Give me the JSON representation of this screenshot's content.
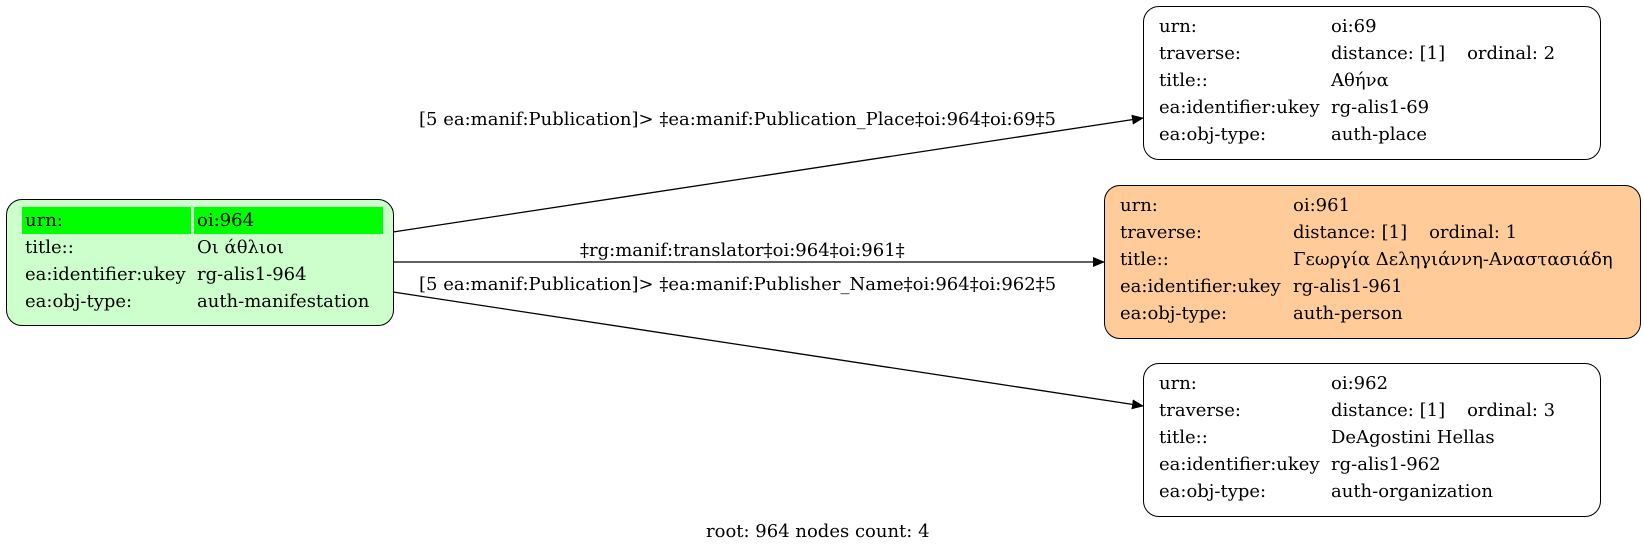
{
  "colors": {
    "root_fill": "#ccffcc",
    "root_highlight": "#00ff00",
    "translator_fill": "#ffcc99",
    "default_fill": "#ffffff",
    "edge_color": "#000000"
  },
  "nodes": {
    "root": {
      "rows": [
        {
          "key": "urn:",
          "value": "oi:964"
        },
        {
          "key": "title::",
          "value": "Οι άθλιοι"
        },
        {
          "key": "ea:identifier:ukey",
          "value": "rg-alis1-964"
        },
        {
          "key": "ea:obj-type:",
          "value": "auth-manifestation"
        }
      ]
    },
    "place": {
      "rows": [
        {
          "key": "urn:",
          "value": "oi:69"
        },
        {
          "key": "traverse:",
          "value": "distance: [1]",
          "extra": "ordinal: 2"
        },
        {
          "key": "title::",
          "value": "Αθήνα"
        },
        {
          "key": "ea:identifier:ukey",
          "value": "rg-alis1-69"
        },
        {
          "key": "ea:obj-type:",
          "value": "auth-place"
        }
      ]
    },
    "person": {
      "rows": [
        {
          "key": "urn:",
          "value": "oi:961"
        },
        {
          "key": "traverse:",
          "value": "distance: [1]",
          "extra": "ordinal: 1"
        },
        {
          "key": "title::",
          "value": "Γεωργία Δεληγιάννη-Αναστασιάδη"
        },
        {
          "key": "ea:identifier:ukey",
          "value": "rg-alis1-961"
        },
        {
          "key": "ea:obj-type:",
          "value": "auth-person"
        }
      ]
    },
    "organization": {
      "rows": [
        {
          "key": "urn:",
          "value": "oi:962"
        },
        {
          "key": "traverse:",
          "value": "distance: [1]",
          "extra": "ordinal: 3"
        },
        {
          "key": "title::",
          "value": "DeAgostini Hellas"
        },
        {
          "key": "ea:identifier:ukey",
          "value": "rg-alis1-962"
        },
        {
          "key": "ea:obj-type:",
          "value": "auth-organization"
        }
      ]
    }
  },
  "edges": {
    "to_place": "[5 ea:manif:Publication]> ‡ea:manif:Publication_Place‡oi:964‡oi:69‡5",
    "to_person": "‡rg:manif:translator‡oi:964‡oi:961‡",
    "to_organization": "[5 ea:manif:Publication]> ‡ea:manif:Publisher_Name‡oi:964‡oi:962‡5"
  },
  "footer": "root: 964 nodes count: 4"
}
